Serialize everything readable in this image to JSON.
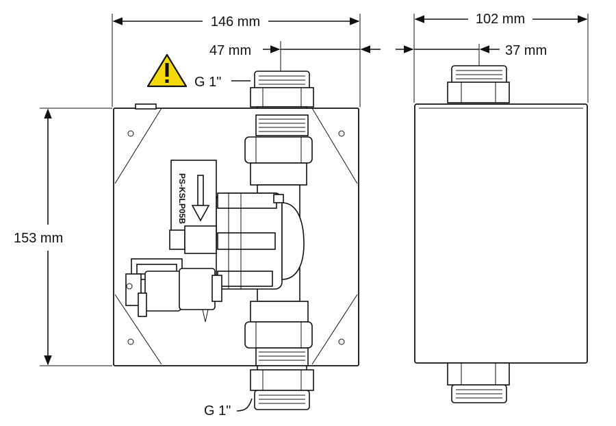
{
  "dimensions": {
    "front_width": "146 mm",
    "side_width": "102 mm",
    "pipe_offset_front": "47 mm",
    "pipe_offset_side": "37 mm",
    "height": "153 mm"
  },
  "thread_top": "G 1\"",
  "thread_bottom": "G 1\"",
  "device_model_label": "PS-KSLP05B",
  "colors": {
    "line": "#111111",
    "warning_fill": "#f5d90a",
    "background": "#ffffff"
  },
  "icons": [
    "warning-triangle-icon",
    "flow-direction-arrow-icon"
  ]
}
